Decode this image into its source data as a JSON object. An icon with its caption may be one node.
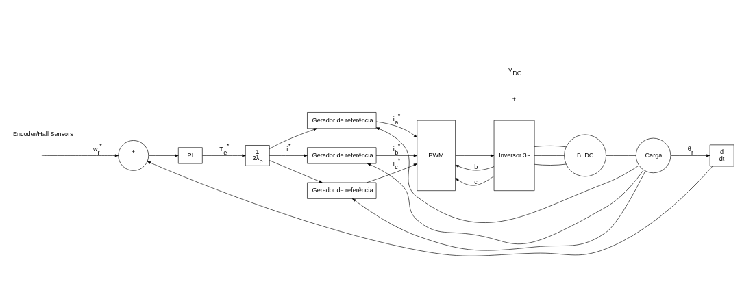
{
  "diagram": {
    "nodes": [
      {
        "text": [
          "+",
          "-"
        ]
      },
      {
        "text": [
          "PI"
        ]
      },
      {
        "text": [
          "1",
          "2λ$_{p}$"
        ]
      },
      {
        "text": [
          "Gerador de referência"
        ]
      },
      {
        "text": [
          "Gerador de referência"
        ]
      },
      {
        "text": [
          "Gerador de referência"
        ]
      },
      {
        "text": [
          "PWM"
        ]
      },
      {
        "text": [
          "Inversor 3~"
        ]
      },
      {
        "text": [
          "BLDC"
        ]
      },
      {
        "text": [
          "Carga"
        ]
      },
      {
        "text": [
          "d",
          "dt"
        ]
      }
    ],
    "edges": [
      {
        "from": null,
        "to": 0,
        "arrow": "to",
        "label": "w$_{r}$$^{*}$"
      },
      {
        "from": 0,
        "to": 1,
        "arrow": "to"
      },
      {
        "from": 1,
        "to": 2,
        "arrow": "to",
        "label": "T$_{e}$$^{*}$"
      },
      {
        "from": 2,
        "to": 3,
        "arrow": "to"
      },
      {
        "from": 2,
        "to": 4,
        "arrow": "to",
        "label": "i$^{*}$"
      },
      {
        "from": 2,
        "to": 5,
        "arrow": "to"
      },
      {
        "from": 3,
        "to": 6,
        "arrow": "to",
        "label": "i$_{a}$$^{*}$"
      },
      {
        "from": 4,
        "to": 6,
        "arrow": "to",
        "label": "i$_{b}$$^{*}$"
      },
      {
        "from": 5,
        "to": 6,
        "arrow": "to",
        "label": "i$_{c}$$^{*}$"
      },
      {
        "from": 6,
        "to": 7,
        "arrow": "to"
      },
      {
        "from": 7,
        "to": 8,
        "arrow": "none"
      },
      {
        "from": 7,
        "to": 8,
        "arrow": "none"
      },
      {
        "from": 7,
        "to": 8,
        "arrow": "none"
      },
      {
        "from": 7,
        "to": 6,
        "arrow": "to",
        "label": "i$_{b}$"
      },
      {
        "from": 7,
        "to": 6,
        "arrow": "to",
        "label": "i$_{c}$"
      },
      {
        "from": 8,
        "to": 9,
        "arrow": "none"
      },
      {
        "from": 9,
        "to": 10,
        "arrow": "to",
        "label": "θ$_{r}$"
      },
      {
        "from": 9,
        "to": 3,
        "arrow": "to"
      },
      {
        "from": 9,
        "to": 4,
        "arrow": "to"
      },
      {
        "from": 9,
        "to": 5,
        "arrow": "to"
      },
      {
        "from": 10,
        "to": 0,
        "arrow": "to"
      }
    ],
    "labels": [
      "+",
      "V$_{DC}$",
      "-",
      "Encoder/Hall Sensors"
    ]
  }
}
